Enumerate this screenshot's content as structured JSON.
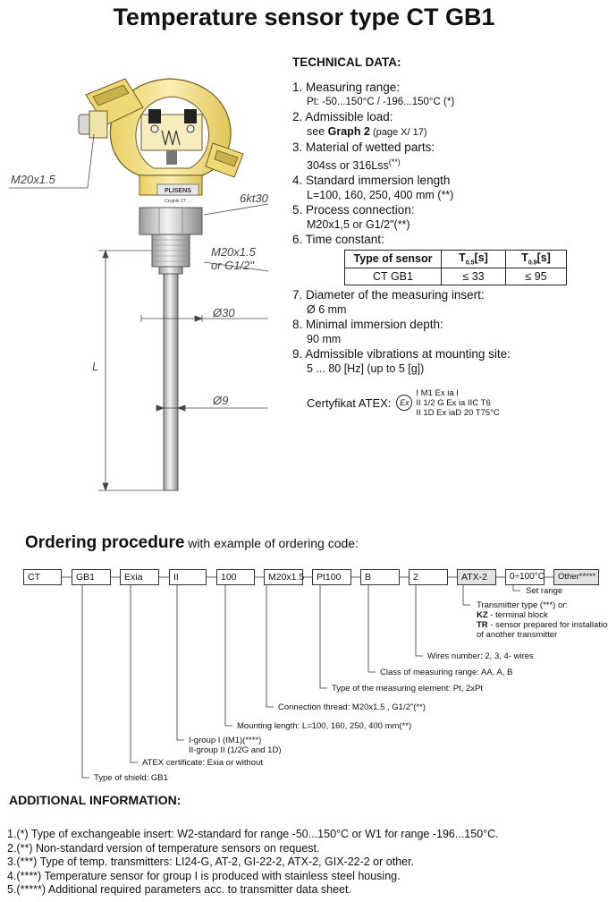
{
  "title": "Temperature sensor type CT GB1",
  "drawing": {
    "label_m20": "M20x1.5",
    "label_6kt": "6kt30",
    "label_thread_1": "M20x1.5",
    "label_thread_2": "or G1/2\"",
    "label_d30": "Ø30",
    "label_d9": "Ø9",
    "label_L": "L",
    "logo_text": "PLISENS",
    "plate_text": "Czujnik CT ..."
  },
  "tech": {
    "heading": "TECHNICAL DATA:",
    "i1": "1. Measuring range:",
    "i1s": "Pt:  -50...150°C / -196...150°C (*)",
    "i2": "2. Admissible load:",
    "i2s_a": "see ",
    "i2s_b": "Graph 2",
    "i2s_c": " (page X/ 17)",
    "i3": "3. Material of wetted parts:",
    "i3s": "304ss or 316Lss",
    "i3n": "(**)",
    "i4": "4. Standard immersion length",
    "i4s": "L=100, 160, 250, 400 mm (**)",
    "i5": "5. Process connection:",
    "i5s": "M20x1,5 or G1/2\"(**)",
    "i6": "6. Time constant:",
    "table": {
      "h1": "Type of sensor",
      "h2a": "T",
      "h2b": "0.5",
      "h2c": "[s]",
      "h3a": "T",
      "h3b": "0.9",
      "h3c": "[s]",
      "r1": "CT GB1",
      "r2": "≤ 33",
      "r3": "≤ 95"
    },
    "i7": "7. Diameter of the measuring insert:",
    "i7s": "Ø  6 mm",
    "i8": "8. Minimal immersion depth:",
    "i8s": "90  mm",
    "i9": "9. Admissible vibrations at mounting site:",
    "i9s": "5 ... 80 [Hz] (up to 5 [g])",
    "cert_label": "Certyfikat ATEX:",
    "cert_icon": "Ex",
    "cert_l1": "I M1 Ex ia I",
    "cert_l2": "II 1/2 G Ex ia IIC T6",
    "cert_l3": "II 1D Ex iaD 20 T75°C"
  },
  "ordering": {
    "heading": "Ordering procedure",
    "heading_sub": " with example of ordering code:",
    "codes": {
      "c1": "CT",
      "c2": "GB1",
      "c3": "Exia",
      "c4": "II",
      "c5": "100",
      "c6": "M20x1.5",
      "c7": "Pt100",
      "c8": "B",
      "c9": "2",
      "c10": "ATX-2",
      "c11": "0÷100°C",
      "c12": "Other*****"
    },
    "a_set": "Set range",
    "a_tt1": "Transmitter type (***) or:",
    "a_tt2a": "KZ",
    "a_tt2b": " - terminal block",
    "a_tt3a": "TR",
    "a_tt3b": " - sensor prepared for installation",
    "a_tt4": "of another transmitter",
    "a_wires": "Wires number: 2, 3, 4- wires",
    "a_class": "Class of measuring range: AA, A, B",
    "a_elem": "Type of the measuring element: Pt, 2xPt",
    "a_conn": "Connection thread: M20x1.5 , G1/2\"(**)",
    "a_mount": "Mounting length: L=100, 160, 250, 400 mm(**)",
    "a_group1": "I-group I (IM1)(****)",
    "a_group2": "II-group II (1/2G and 1D)",
    "a_atex": "ATEX certificate: Exia or without",
    "a_shield": "Type of shield: GB1"
  },
  "additional": {
    "heading": "ADDITIONAL INFORMATION:",
    "n1": "1.(*) Type of exchangeable insert: W2-standard for range -50...150°C  or W1 for range -196...150°C.",
    "n2": "2.(**) Non-standard version of temperature sensors on request.",
    "n3": "3.(***) Type of temp. transmitters: LI24-G, AT-2, GI-22-2, ATX-2, GIX-22-2 or other.",
    "n4": "4.(****) Temperature sensor  for group I is produced with stainless steel housing.",
    "n5": "5.(*****) Additional required parameters acc. to transmitter data sheet."
  },
  "colors": {
    "housing_yellow": "#f3df86",
    "housing_dark": "#7a6a2c",
    "metal_light": "#dcdcdc",
    "metal_dark": "#8c8c8c",
    "box_gray": "#e3e3e3"
  }
}
